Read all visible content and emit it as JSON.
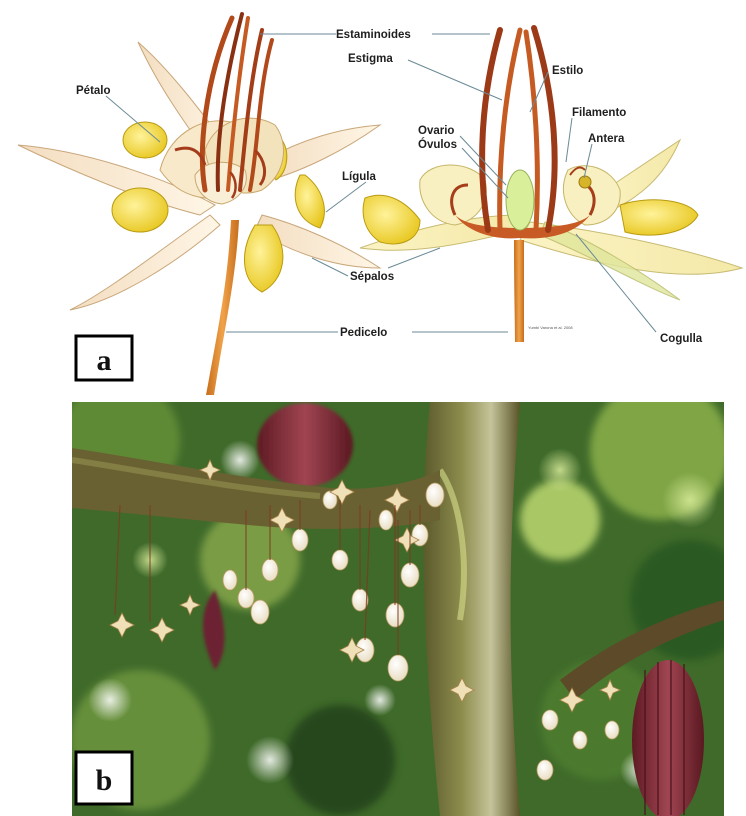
{
  "figure": {
    "panel_a": {
      "letter": "a",
      "labels": {
        "estaminoides": "Estaminoides",
        "estigma": "Estigma",
        "estilo": "Estilo",
        "petalo": "Pétalo",
        "filamento": "Filamento",
        "ovario": "Ovario",
        "ovulos": "Óvulos",
        "antera": "Antera",
        "ligula": "Lígula",
        "sepalos": "Sépalos",
        "pedicelo": "Pedicelo",
        "cogulla": "Cogulla"
      },
      "credit": "Yumbi Varona et al. 2008"
    },
    "panel_b": {
      "letter": "b"
    }
  }
}
